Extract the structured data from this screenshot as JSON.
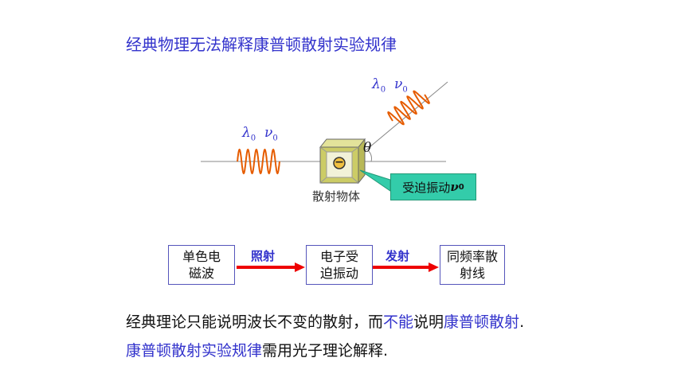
{
  "title": "经典物理无法解释康普顿散射实验规律",
  "incident_label": {
    "lambda": "λ",
    "lambda_sub": "0",
    "nu": "ν",
    "nu_sub": "0"
  },
  "scattered_label": {
    "lambda": "λ",
    "lambda_sub": "0",
    "nu": "ν",
    "nu_sub": "0"
  },
  "theta": "θ",
  "scatterer_label": "散射物体",
  "electron_symbol": "−",
  "callout": {
    "text": "受迫振动",
    "nu": "ν",
    "nu_sub": "0"
  },
  "flow": {
    "box1": "单色电磁波",
    "arrow1": "照射",
    "box2": "电子受迫振动",
    "arrow2": "发射",
    "box3": "同频率散射线"
  },
  "conclusion1": {
    "part1": "经典理论只能说明波长不变的散射，而",
    "part2": "不能",
    "part3": "说明",
    "part4": "康普顿散射",
    "part5": "."
  },
  "conclusion2": {
    "part1": "康普顿散射实验规律",
    "part2": "需用光子理论解释."
  },
  "colors": {
    "accent_blue": "#3333cc",
    "wave_orange": "#e65c00",
    "arrow_red": "#ee0000",
    "callout_teal": "#33ccaa",
    "cube_yellow": "#cccc66"
  }
}
